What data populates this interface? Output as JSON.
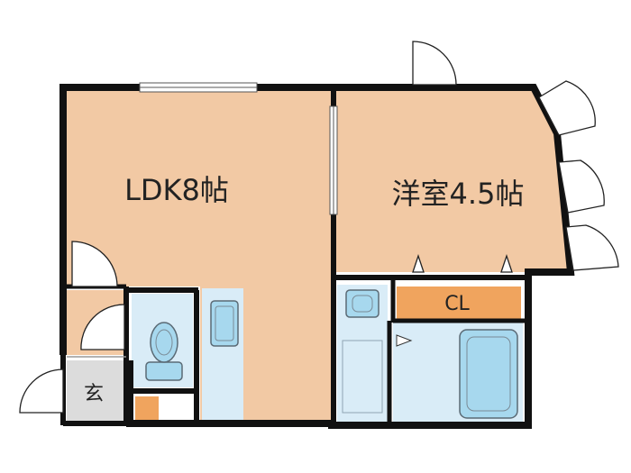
{
  "rooms": {
    "ldk": {
      "label": "LDK8帖"
    },
    "western_room": {
      "label": "洋室4.5帖"
    },
    "closet": {
      "label": "CL"
    },
    "entrance": {
      "label": "玄"
    }
  },
  "colors": {
    "wall": "#111111",
    "floor": "#f2c9a4",
    "closet": "#f0a45e",
    "wet_area": "#d9ecf7",
    "fixture": "#a7d8ee",
    "entrance": "#dcdcdc",
    "meter_box": "#f0a45e"
  }
}
